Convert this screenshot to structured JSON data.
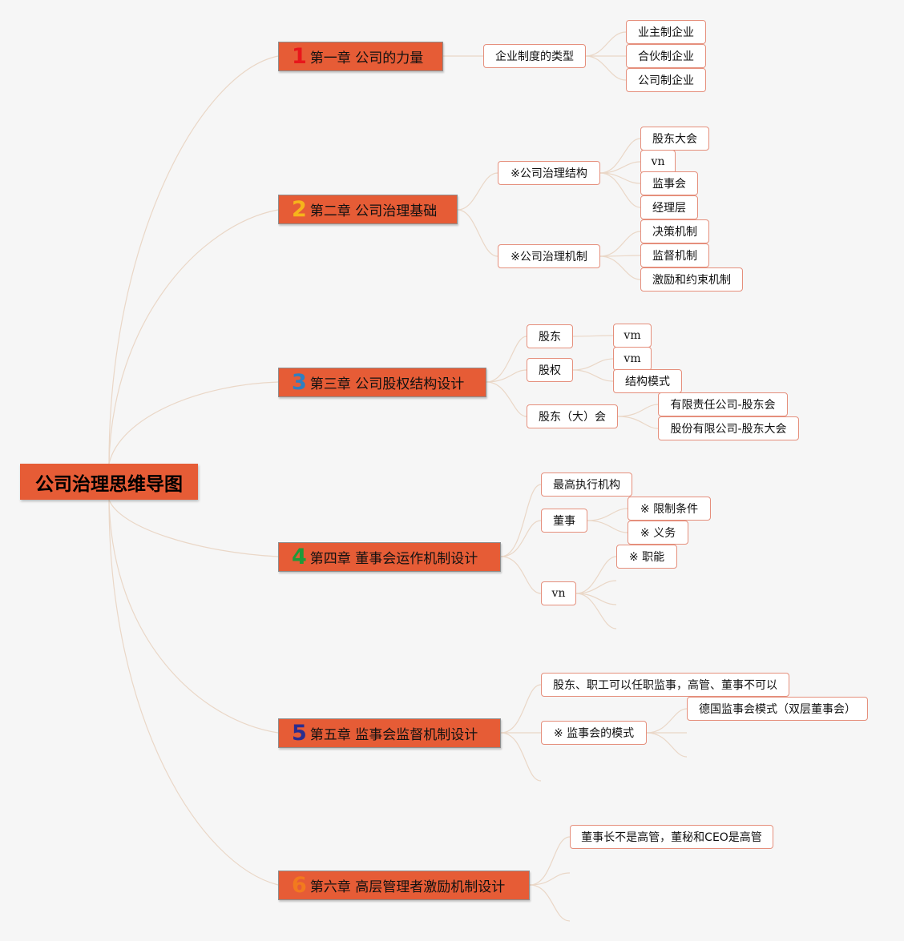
{
  "root": {
    "title": "公司治理思维导图"
  },
  "chapters": [
    {
      "num": "1",
      "label": "第一章 公司的力量",
      "children": [
        {
          "label": "企业制度的类型",
          "children": [
            "业主制企业",
            "合伙制企业",
            "公司制企业"
          ]
        }
      ]
    },
    {
      "num": "2",
      "label": "第二章 公司治理基础",
      "children": [
        {
          "label": "※公司治理结构",
          "children": [
            "股东大会",
            "vn",
            "监事会",
            "经理层"
          ]
        },
        {
          "label": "※公司治理机制",
          "children": [
            "决策机制",
            "监督机制",
            "激励和约束机制"
          ]
        }
      ]
    },
    {
      "num": "3",
      "label": "第三章 公司股权结构设计",
      "children": [
        {
          "label": "股东",
          "children": [
            "vm"
          ]
        },
        {
          "label": "股权",
          "children": [
            "vm",
            "结构模式"
          ]
        },
        {
          "label": "股东（大）会",
          "children": [
            "有限责任公司-股东会",
            "股份有限公司-股东大会"
          ]
        }
      ]
    },
    {
      "num": "4",
      "label": "第四章 董事会运作机制设计",
      "children": [
        {
          "label": "最高执行机构",
          "children": []
        },
        {
          "label": "董事",
          "children": [
            "※ 限制条件",
            "※ 义务"
          ]
        },
        {
          "label": "vn",
          "children": [
            "※ 职能"
          ]
        }
      ]
    },
    {
      "num": "5",
      "label": "第五章 监事会监督机制设计",
      "children": [
        {
          "label": "股东、职工可以任职监事，高管、董事不可以",
          "children": []
        },
        {
          "label": "※ 监事会的模式",
          "children": [
            "德国监事会模式（双层董事会）"
          ]
        }
      ]
    },
    {
      "num": "6",
      "label": "第六章 高层管理者激励机制设计",
      "children": [
        {
          "label": "董事长不是高管，董秘和CEO是高管",
          "children": []
        }
      ]
    }
  ]
}
